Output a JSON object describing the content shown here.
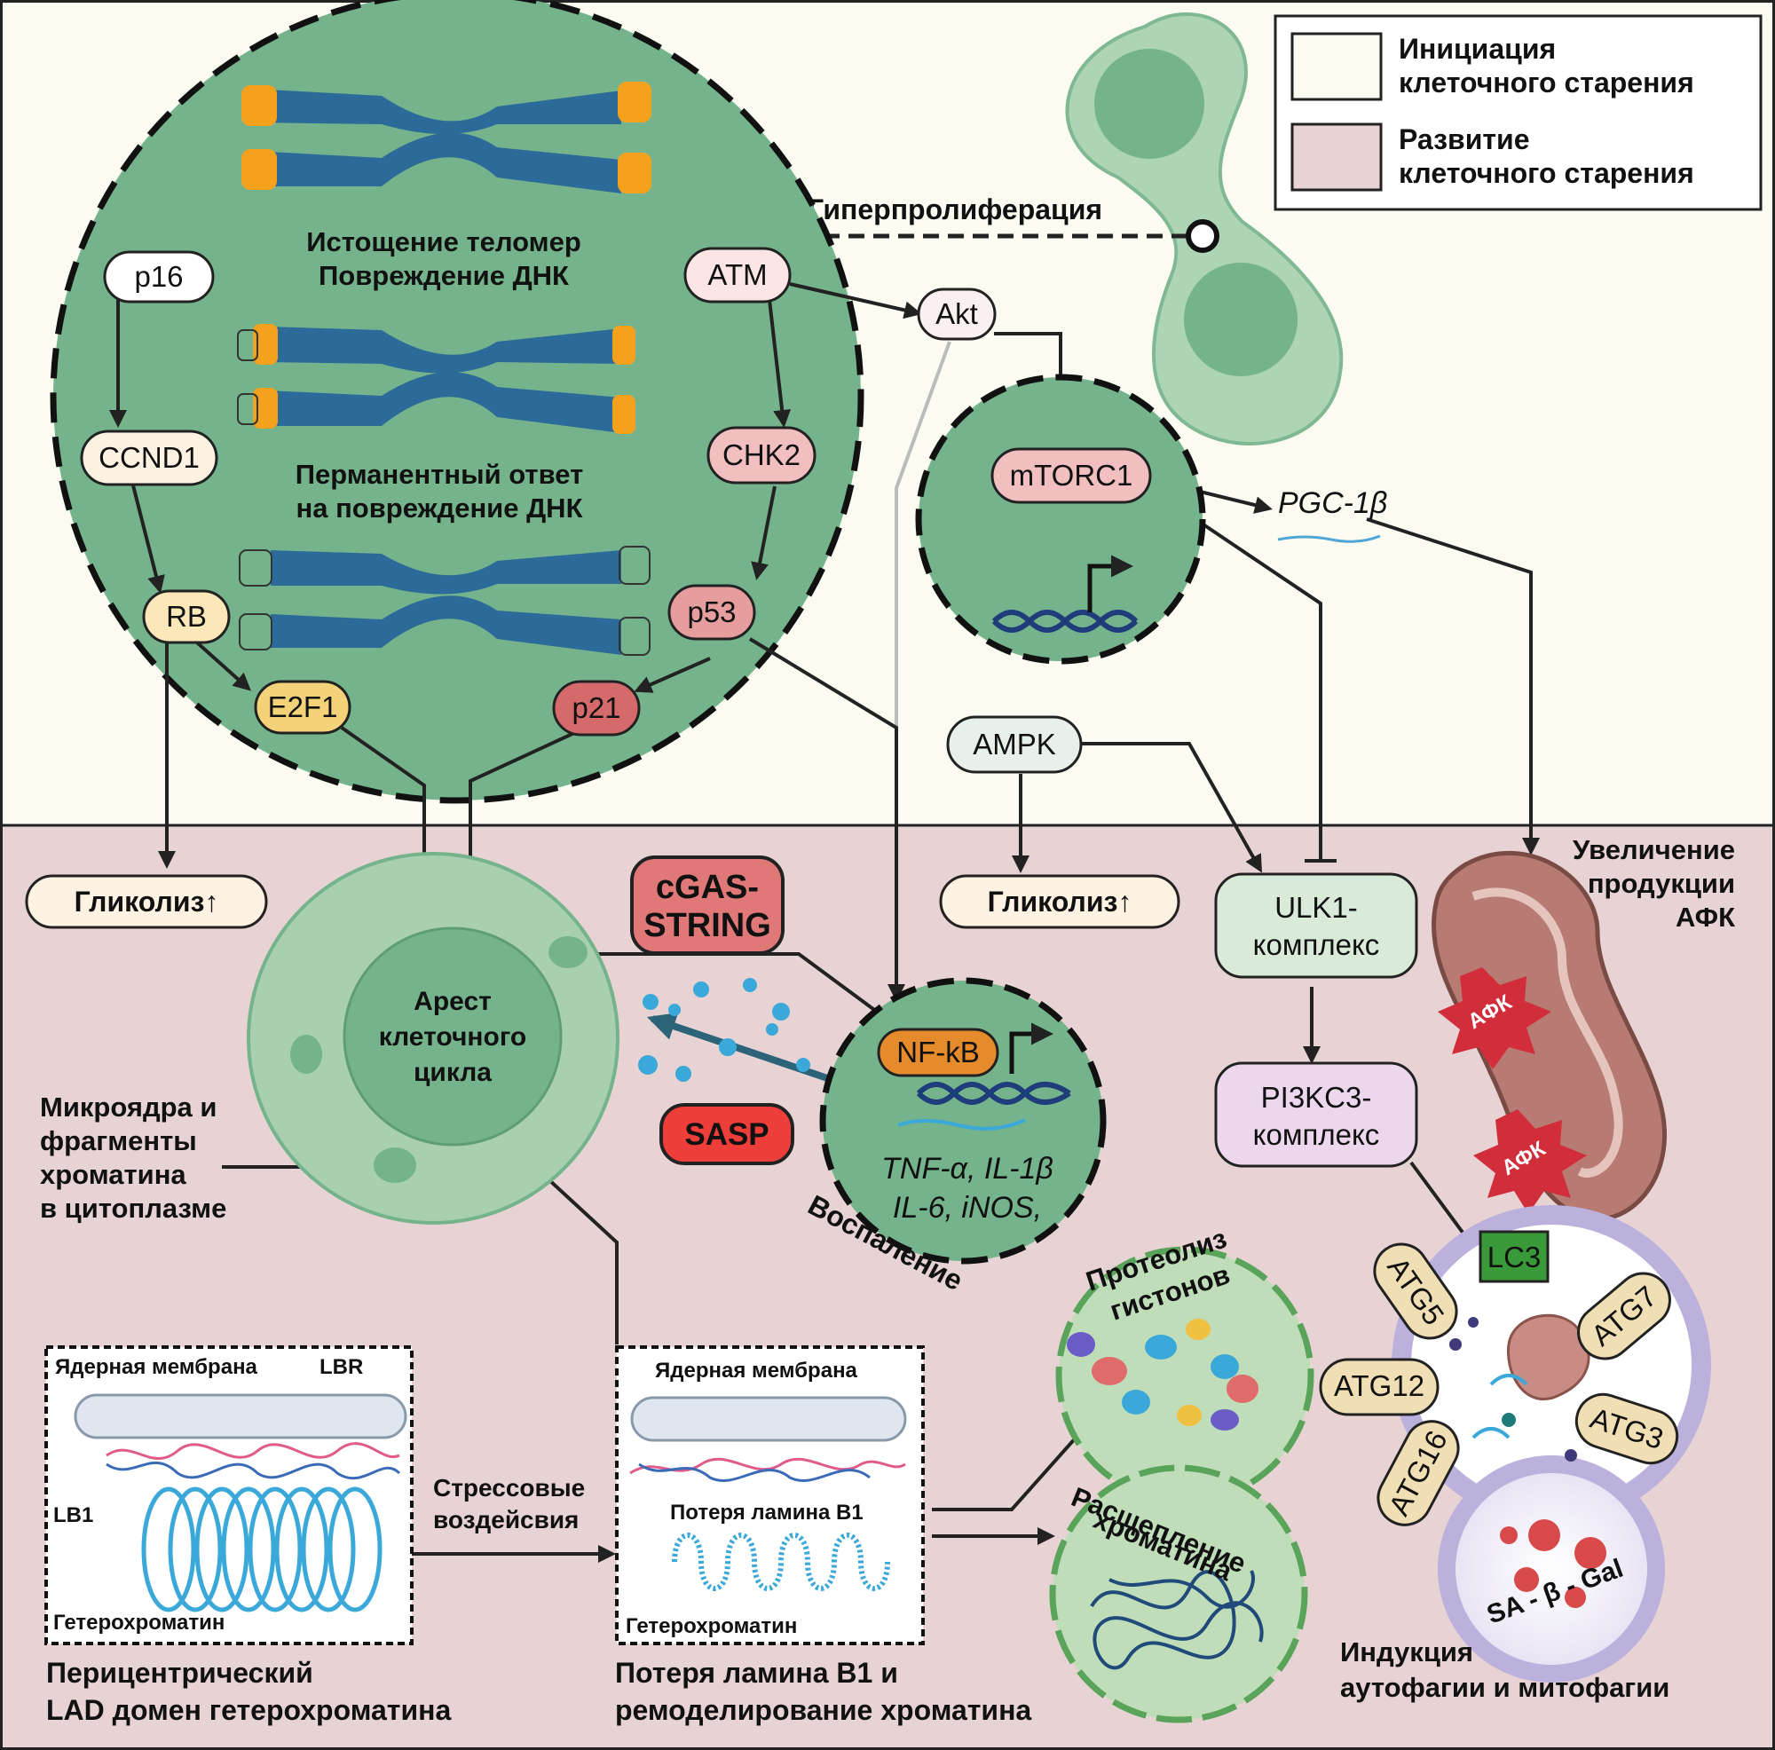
{
  "legend": {
    "initiation": "Инициация клеточного старения",
    "initiation_l1": "Инициация",
    "initiation_l2": "клеточного старения",
    "development_l1": "Развитие",
    "development_l2": "клеточного старения",
    "initiation_color": "#fbfbf2",
    "development_color": "#e7d3d3"
  },
  "colors": {
    "top_bg": "#fbfbf2",
    "bottom_bg": "#e7d3d3",
    "nucleus_green": "#74b38b",
    "chromosome_blue": "#2c6b99",
    "telomere_orange": "#f4a21d",
    "sasp_red": "#ee3e3a",
    "cgas_red": "#e07878",
    "nfkb_orange": "#e58b2b"
  },
  "nucleus": {
    "title1": "Истощение теломер",
    "title2": "Повреждение ДНК",
    "title3": "Перманентный ответ",
    "title4": "на повреждение ДНК"
  },
  "nodes": {
    "p16": "p16",
    "ccnd1": "CCND1",
    "rb": "RB",
    "e2f1": "E2F1",
    "atm": "ATM",
    "chk2": "CHK2",
    "p53": "p53",
    "p21": "p21",
    "akt": "Akt",
    "mtorc1": "mTORC1",
    "pgc": "PGC-1β",
    "ampk": "AMPK",
    "ulk1_1": "ULK1-",
    "ulk1_2": "комплекс",
    "pi3k_1": "PI3KC3-",
    "pi3k_2": "комплекс",
    "nfkb": "NF-kB",
    "cgas_1": "cGAS-",
    "cgas_2": "STRING",
    "sasp": "SASP",
    "glyc1": "Гликолиз↑",
    "glyc2": "Гликолиз↑",
    "lc3": "LC3",
    "atg5": "ATG5",
    "atg7": "ATG7",
    "atg12": "ATG12",
    "atg3": "ATG3",
    "atg16": "ATG16",
    "afk1": "АФК",
    "afk2": "АФК"
  },
  "labels": {
    "hyperprolif": "Гиперпролиферация",
    "arrest1": "Арест",
    "arrest2": "клеточного",
    "arrest3": "цикла",
    "micro1": "Микроядра и",
    "micro2": "фрагменты",
    "micro3": "хроматина",
    "micro4": "в цитоплазме",
    "cytokines1": "TNF-α, IL-1β",
    "cytokines2": "IL-6, iNOS,",
    "inflammation": "Воспаление",
    "ros1": "Увеличение",
    "ros2": "продукции",
    "ros3": "АФК",
    "stress1": "Стрессовые",
    "stress2": "воздейсвия",
    "histone1": "Протеолиз",
    "histone2": "гистонов",
    "chromatin1": "Расщепление",
    "chromatin2": "хроматина",
    "sagal": "SA - β - Gal",
    "autophagy1": "Индукция",
    "autophagy2": "аутофагии и митофагии",
    "box1_membrane": "Ядерная мембрана",
    "box1_lbr": "LBR",
    "box1_lb1": "LB1",
    "box1_hetero": "Гетерохроматин",
    "box1_caption1": "Перицентрический",
    "box1_caption2": "LAD домен гетерохроматина",
    "box2_membrane": "Ядерная мембрана",
    "box2_loss": "Потеря ламина B1",
    "box2_hetero": "Гетерохроматин",
    "box2_caption1": "Потеря ламина B1 и",
    "box2_caption2": "ремоделирование хроматина"
  }
}
